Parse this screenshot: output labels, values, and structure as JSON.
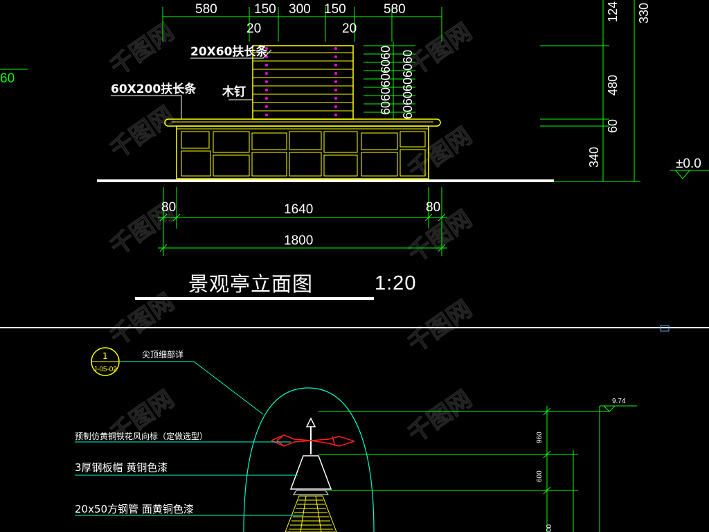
{
  "elevation": {
    "top_dims": [
      "580",
      "150",
      "300",
      "150",
      "580"
    ],
    "top_dims_sub": [
      "20",
      "20"
    ],
    "right_dims_v": [
      "124",
      "330"
    ],
    "side_dims_v": [
      "480",
      "60",
      "340"
    ],
    "stacked_60": "6060606060",
    "stacked_60_b": "6060606060",
    "label_strip": "20X60扶长条",
    "label_seat": "60X200扶长条",
    "label_nail": "木钉",
    "left_value": "60",
    "level_mark": "±0.0",
    "bottom_dims_1": [
      "80",
      "1640",
      "80"
    ],
    "bottom_dims_2": "1800",
    "title": "景观亭立面图",
    "scale": "1:20"
  },
  "detail": {
    "callout_number": "1",
    "callout_ref": "J-05-02",
    "callout_note": "尖顶细部详",
    "note_vane": "预制仿黄铜铁花风向标（定做选型）",
    "note_cap": "3厚钢板帽  黄铜色漆",
    "note_tube": "20x50方钢管  面黄铜色漆",
    "level": "9.74",
    "dims_v": [
      "960",
      "600",
      "00"
    ]
  },
  "watermark": "千图网"
}
